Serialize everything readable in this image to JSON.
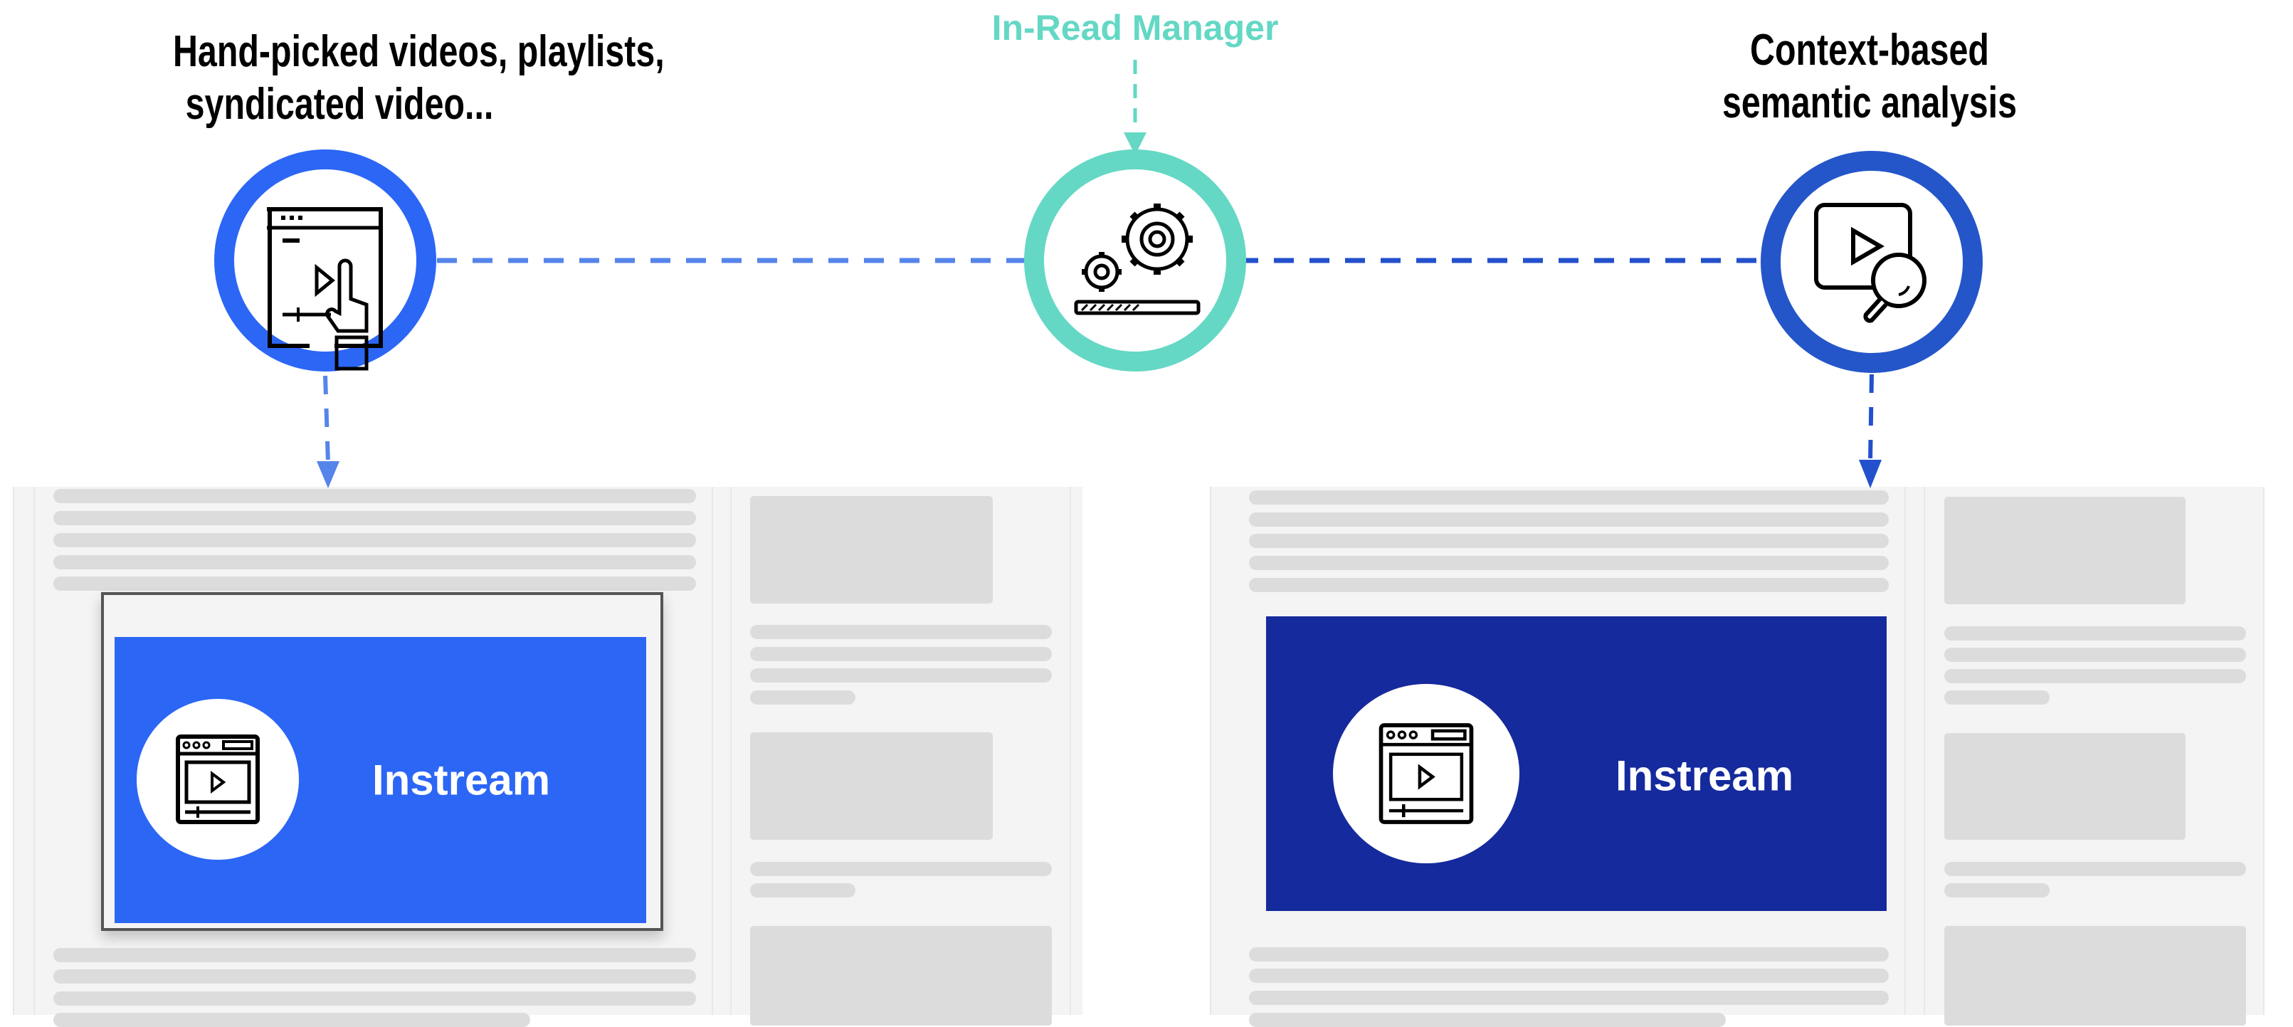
{
  "sources": {
    "left": {
      "title_line1": "Hand-picked videos, playlists,",
      "title_line2": "syndicated video...",
      "icon": "browser-video-click-icon"
    },
    "center": {
      "title": "In-Read Manager",
      "icon": "gears-progress-icon"
    },
    "right": {
      "title_line1": "Context-based",
      "title_line2": "semantic analysis",
      "icon": "video-search-icon"
    }
  },
  "placements": {
    "left": {
      "ad_label": "Instream",
      "icon": "video-player-icon"
    },
    "right": {
      "ad_label": "Instream",
      "icon": "video-player-icon"
    }
  },
  "colors": {
    "left_blue": "#2c66f5",
    "right_blue": "#2456c9",
    "dark_ad": "#152a9c",
    "teal": "#64d8c4",
    "dash_left": "#5584ea",
    "dash_right": "#2350cc"
  }
}
